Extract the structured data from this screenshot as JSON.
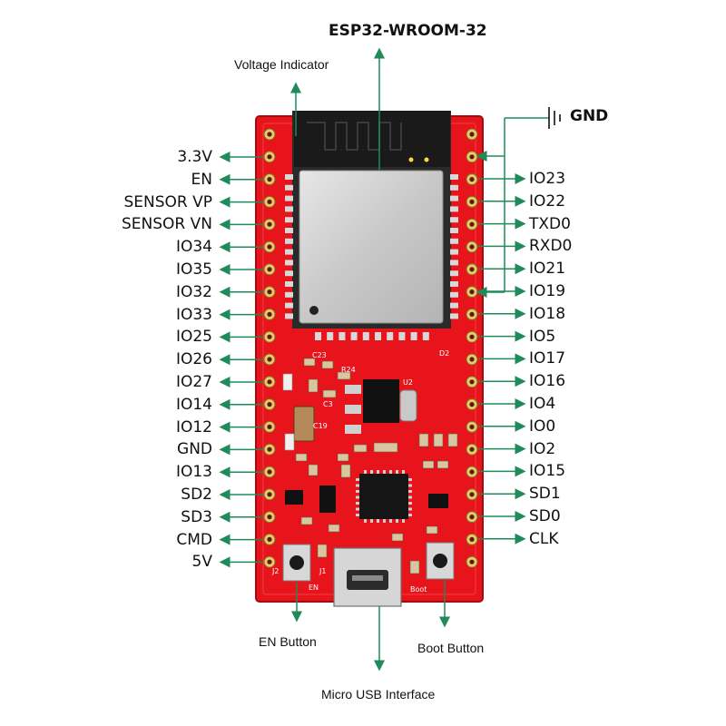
{
  "title": "ESP32-WROOM-32",
  "callouts": {
    "voltage_indicator": "Voltage Indicator",
    "gnd_top": "GND",
    "en_button": "EN Button",
    "boot_button": "Boot Button",
    "micro_usb": "Micro USB Interface"
  },
  "left_pins": [
    "3.3V",
    "EN",
    "SENSOR VP",
    "SENSOR VN",
    "IO34",
    "IO35",
    "IO32",
    "IO33",
    "IO25",
    "IO26",
    "IO27",
    "IO14",
    "IO12",
    "GND",
    "IO13",
    "SD2",
    "SD3",
    "CMD",
    "5V"
  ],
  "right_pins": [
    "IO23",
    "IO22",
    "TXD0",
    "RXD0",
    "IO21",
    "IO19",
    "IO18",
    "IO5",
    "IO17",
    "IO16",
    "IO4",
    "IO0",
    "IO2",
    "IO15",
    "SD1",
    "SD0",
    "CLK"
  ],
  "board_marks": {
    "j1": "J1",
    "j2": "J2",
    "en": "EN",
    "boot": "Boot",
    "d2": "D2",
    "u2": "U2",
    "c23": "C23",
    "r24": "R24",
    "c3": "C3",
    "c19": "C19"
  },
  "colors": {
    "board": "#e8141c",
    "board_dark": "#b80d14",
    "arrow": "#1f8a5a",
    "module_shield": "#c9c9c9",
    "antenna": "#1a1a1a"
  }
}
